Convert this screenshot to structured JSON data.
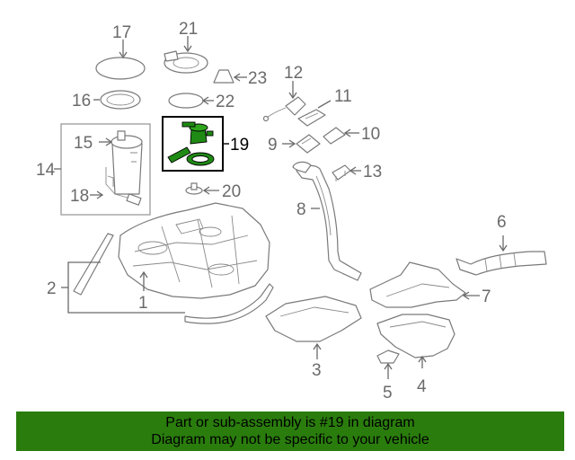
{
  "callouts": {
    "p1": "1",
    "p2": "2",
    "p3": "3",
    "p4": "4",
    "p5": "5",
    "p6": "6",
    "p7": "7",
    "p8": "8",
    "p9": "9",
    "p10": "10",
    "p11": "11",
    "p12": "12",
    "p13": "13",
    "p14": "14",
    "p15": "15",
    "p16": "16",
    "p17": "17",
    "p18": "18",
    "p19": "19",
    "p20": "20",
    "p21": "21",
    "p22": "22",
    "p23": "23"
  },
  "highlighted_part": "19",
  "colors": {
    "highlight_part": "#1f8a14",
    "banner_bg": "#2a7d0d",
    "line": "#7a7a7a"
  },
  "banner": {
    "line1": "Part or sub-assembly is #19 in diagram",
    "line2": "Diagram may not be specific to your vehicle"
  }
}
